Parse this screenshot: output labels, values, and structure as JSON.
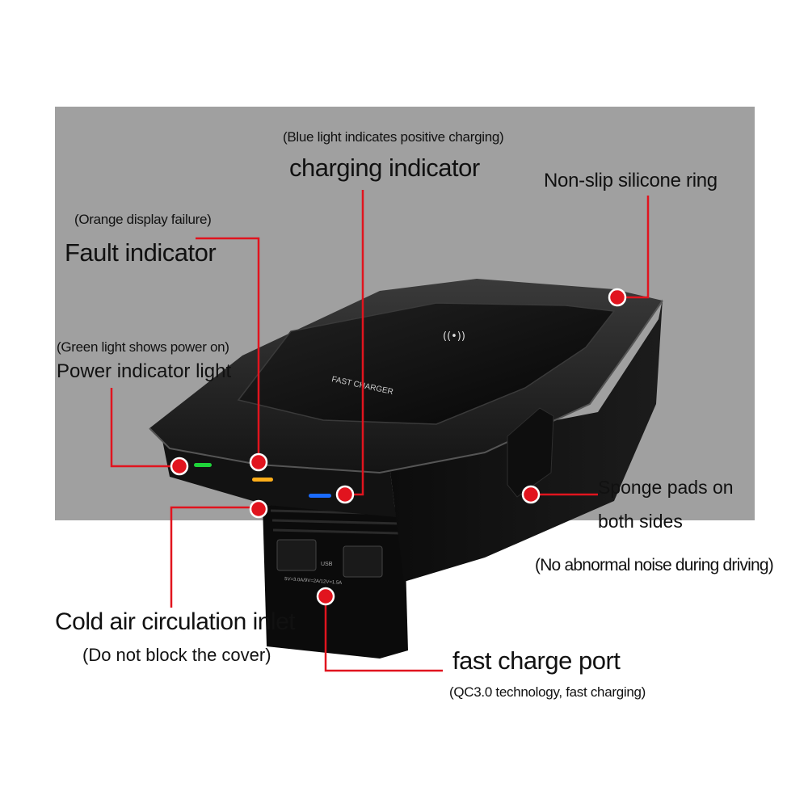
{
  "labels": {
    "charging_note": "(Blue light indicates positive charging)",
    "charging_title": "charging indicator",
    "silicone_ring": "Non-slip silicone ring",
    "fault_note": "(Orange display failure)",
    "fault_title": "Fault indicator",
    "power_note": "(Green light shows power on)",
    "power_title": "Power indicator light",
    "sponge_line1": "Sponge pads on",
    "sponge_line2": "both sides",
    "sponge_note": "(No abnormal noise during driving)",
    "cold_air_title": "Cold air circulation inlet",
    "cold_air_note": "(Do not block the cover)",
    "port_title": "fast charge port",
    "port_note": "(QC3.0 technology, fast charging)"
  },
  "device": {
    "pad_text": "FAST CHARGER",
    "wireless_symbol": "((•))",
    "usb_label": "USB",
    "port_spec": "5V=3.0A/9V=2A/12V=1.5A"
  },
  "colors": {
    "callout_red": "#e1141e",
    "led_green": "#1fd43a",
    "led_orange": "#ffae1a",
    "led_blue": "#1a6bff",
    "background_gray": "#a0a0a0"
  }
}
